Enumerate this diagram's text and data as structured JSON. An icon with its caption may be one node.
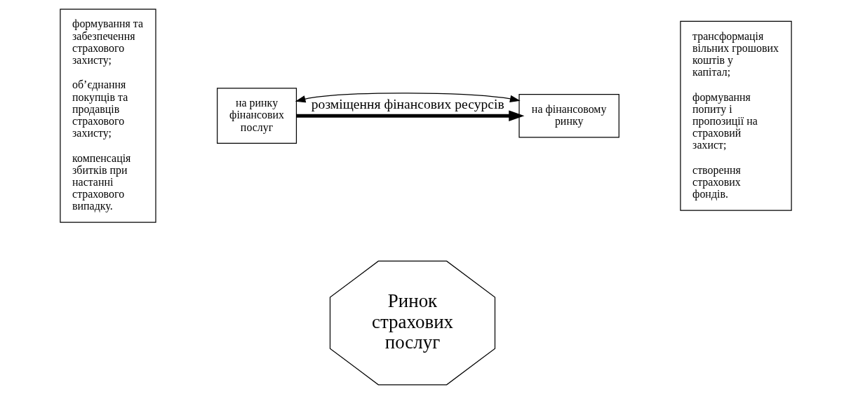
{
  "diagram": {
    "nodes": [
      {
        "text": [
          "формування та забезпечення страхового захисту;",
          "об’єднання покупців та продавців страхового захисту;",
          "компенсація збитків при настанні страхового випадку."
        ]
      },
      {
        "text": [
          "на ринку фінансових послуг"
        ]
      },
      {
        "text": [
          "на фінансовому ринку"
        ]
      },
      {
        "text": [
          "Ринок страхових послуг"
        ]
      },
      {
        "text": [
          "трансформація вільних грошових коштів у капітал;",
          "формування попиту і пропозиції на страховий захист;",
          "створення страхових фондів."
        ]
      }
    ],
    "edges": [
      {
        "from": 1,
        "to": 2,
        "arrow": "both"
      },
      {
        "from": 1,
        "to": 2,
        "arrow": "to",
        "style": "thick",
        "label": "розміщення фінансових ресурсів"
      }
    ]
  }
}
